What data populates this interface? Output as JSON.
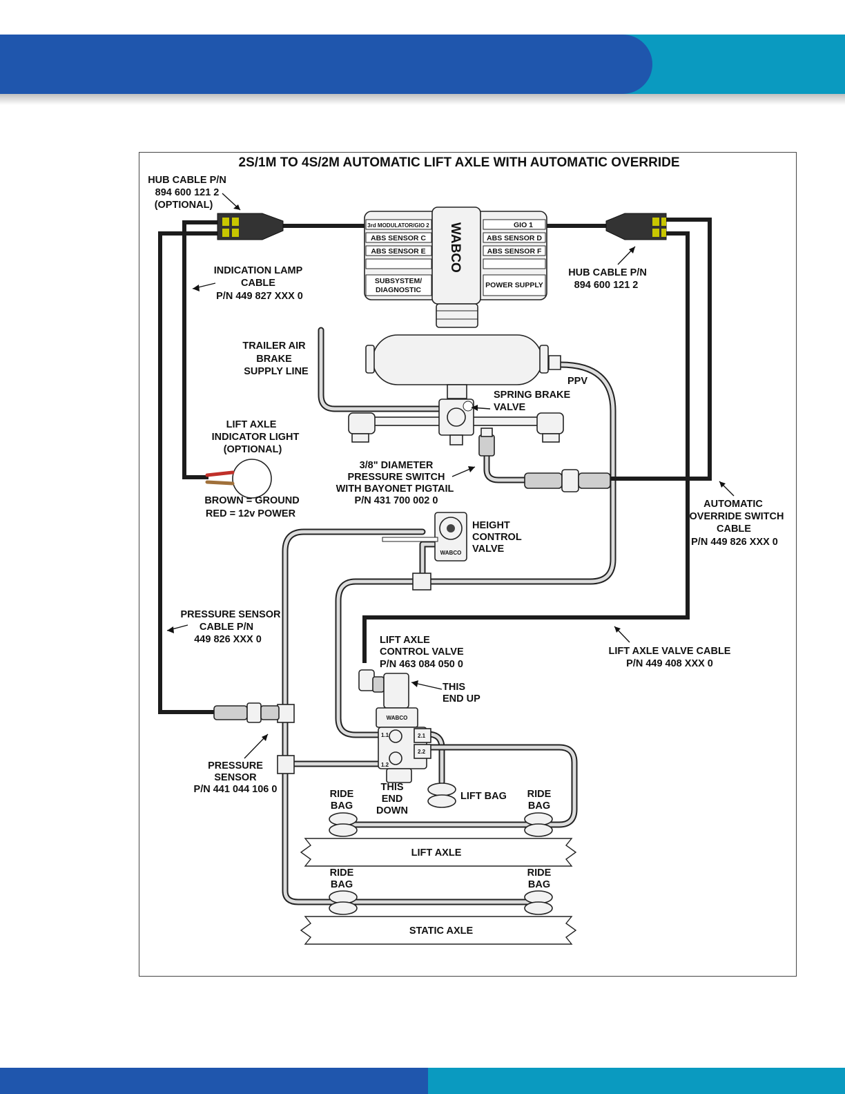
{
  "header": {
    "brand_colors": {
      "dark_blue": "#1f56ad",
      "teal": "#0a9ac0"
    }
  },
  "diagram": {
    "title": "2S/1M TO 4S/2M AUTOMATIC LIFT AXLE WITH AUTOMATIC OVERRIDE",
    "ecu": {
      "brand": "WABCO",
      "ports_left": [
        "3rd MODULATOR/GIO 2",
        "ABS SENSOR C",
        "ABS SENSOR E",
        "",
        "SUBSYSTEM/",
        "DIAGNOSTIC"
      ],
      "ports_right": [
        "GIO 1",
        "ABS SENSOR D",
        "ABS SENSOR F",
        "",
        "POWER SUPPLY"
      ]
    },
    "labels": {
      "hub_cable_left": [
        "HUB CABLE P/N",
        "894 600 121 2",
        "(OPTIONAL)"
      ],
      "hub_cable_right": [
        "HUB CABLE P/N",
        "894 600 121 2"
      ],
      "indication_lamp_cable": [
        "INDICATION LAMP",
        "CABLE",
        "P/N 449 827 XXX 0"
      ],
      "trailer_air": [
        "TRAILER AIR",
        "BRAKE",
        "SUPPLY LINE"
      ],
      "ppv": "PPV",
      "spring_brake_valve": [
        "SPRING BRAKE",
        "VALVE"
      ],
      "lift_axle_indicator": [
        "LIFT AXLE",
        "INDICATOR LIGHT",
        "(OPTIONAL)"
      ],
      "pressure_switch": [
        "3/8\" DIAMETER",
        "PRESSURE SWITCH",
        "WITH BAYONET PIGTAIL",
        "P/N 431 700 002 0"
      ],
      "wire_colors": [
        "BROWN = GROUND",
        "RED = 12v POWER"
      ],
      "automatic_override_cable": [
        "AUTOMATIC",
        "OVERRIDE SWITCH",
        "CABLE",
        "P/N 449 826 XXX 0"
      ],
      "height_control_valve": [
        "HEIGHT",
        "CONTROL",
        "VALVE"
      ],
      "pressure_sensor_cable": [
        "PRESSURE SENSOR",
        "CABLE P/N",
        "449 826 XXX 0"
      ],
      "lift_axle_control_valve": [
        "LIFT AXLE",
        "CONTROL VALVE",
        "P/N 463 084 050 0"
      ],
      "this_end_up": [
        "THIS",
        "END UP"
      ],
      "lift_axle_valve_cable": [
        "LIFT AXLE VALVE CABLE",
        "P/N 449 408 XXX 0"
      ],
      "pressure_sensor": [
        "PRESSURE",
        "SENSOR",
        "P/N 441 044 106 0"
      ],
      "this_end_down": [
        "THIS",
        "END",
        "DOWN"
      ],
      "ride_bag": [
        "RIDE",
        "BAG"
      ],
      "lift_bag": "LIFT BAG",
      "lift_axle": "LIFT AXLE",
      "static_axle": "STATIC AXLE",
      "valve_ports": [
        "1.1",
        "2.1",
        "1.2",
        "2.2"
      ],
      "hcv_brand": "WABCO",
      "lacv_brand": "WABCO"
    }
  }
}
